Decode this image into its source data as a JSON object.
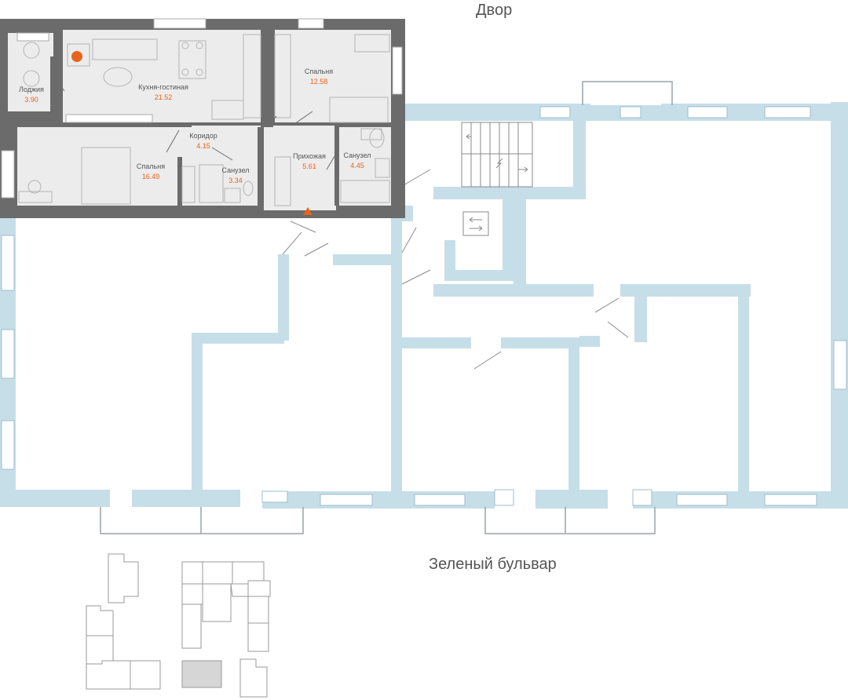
{
  "labels": {
    "courtyard": "Двор",
    "boulevard": "Зеленый бульвар"
  },
  "colors": {
    "apartment_wall": "#6b6b6b",
    "apartment_floor": "#ececec",
    "building_wall": "#c6dee8",
    "accent": "#e8641e",
    "furniture_line": "#b4b4b4"
  },
  "apartment": {
    "rooms": [
      {
        "name": "Лоджия",
        "area": "3.90"
      },
      {
        "name": "Кухня-гостиная",
        "area": "21.52"
      },
      {
        "name": "Спальня",
        "area": "12.58"
      },
      {
        "name": "Коридор",
        "area": "4.15"
      },
      {
        "name": "Спальня",
        "area": "16.49"
      },
      {
        "name": "Санузел",
        "area": "3.34"
      },
      {
        "name": "Прихожая",
        "area": "5.61"
      },
      {
        "name": "Санузел",
        "area": "4.45"
      }
    ],
    "entrance_marker_icon": "entrance-triangle-icon"
  },
  "site_plan": {
    "highlighted_building": "selected-building"
  }
}
